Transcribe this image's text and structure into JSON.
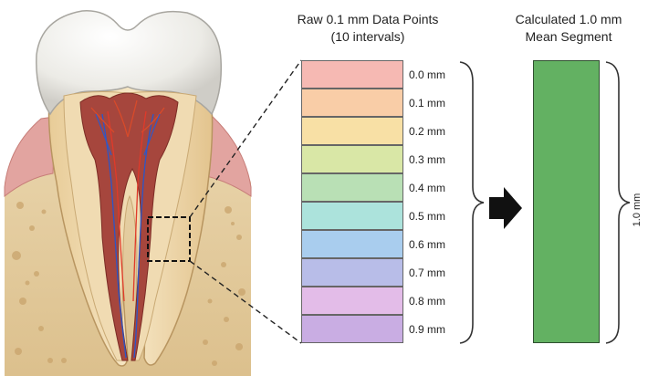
{
  "raw_panel": {
    "title_line1": "Raw 0.1 mm Data Points",
    "title_line2": "(10 intervals)",
    "segments": [
      {
        "label": "0.0 mm",
        "color": "#f6b9b3"
      },
      {
        "label": "0.1 mm",
        "color": "#f9cda7"
      },
      {
        "label": "0.2 mm",
        "color": "#f8e0a5"
      },
      {
        "label": "0.3 mm",
        "color": "#d9e7a6"
      },
      {
        "label": "0.4 mm",
        "color": "#b9e0b5"
      },
      {
        "label": "0.5 mm",
        "color": "#ace3dc"
      },
      {
        "label": "0.6 mm",
        "color": "#a9cdee"
      },
      {
        "label": "0.7 mm",
        "color": "#b8bde8"
      },
      {
        "label": "0.8 mm",
        "color": "#e3bce8"
      },
      {
        "label": "0.9 mm",
        "color": "#c9ade3"
      }
    ]
  },
  "mean_panel": {
    "title_line1": "Calculated 1.0 mm",
    "title_line2": "Mean Segment",
    "fill_color": "#63b162",
    "dimension_label": "1.0 mm"
  },
  "colors": {
    "enamel": "#f2f2ef",
    "dentin": "#f3dfb8",
    "pulp": "#a4463c",
    "gum": "#e3a6a1",
    "bone": "#e4cc9f",
    "arrow": "#111111"
  }
}
